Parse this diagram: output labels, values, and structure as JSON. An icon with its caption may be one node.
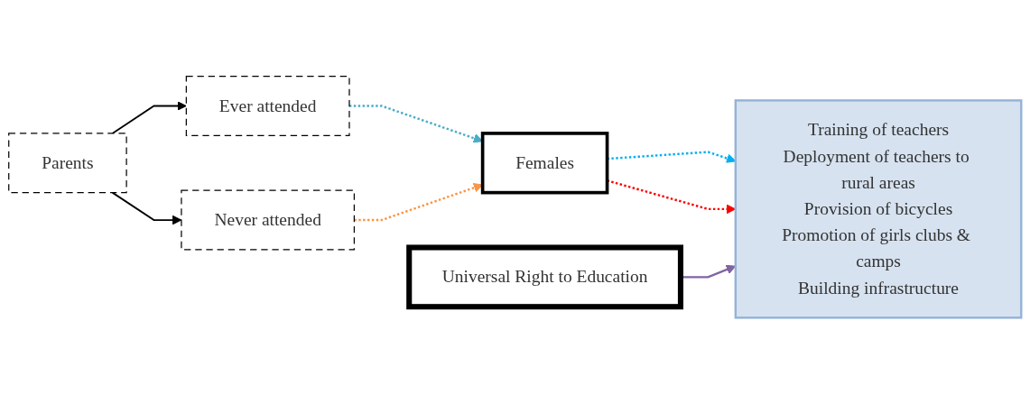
{
  "diagram": {
    "nodes": [
      {
        "text": [
          "Universal Right to Education"
        ]
      },
      {
        "text": [
          "Ever attended"
        ]
      },
      {
        "text": [
          "Parents"
        ]
      },
      {
        "text": [
          "Females"
        ]
      },
      {
        "text": [
          "Never attended"
        ]
      },
      {
        "text": [
          "Training of teachers",
          "Deployment of teachers to rural areas",
          "Provision of bicycles",
          "Promotion of girls clubs & camps",
          "Building infrastructure"
        ]
      }
    ],
    "edges": [
      {
        "from": 2,
        "to": 1,
        "arrow": "to"
      },
      {
        "from": 2,
        "to": 4,
        "arrow": "to"
      },
      {
        "from": 1,
        "to": 3,
        "arrow": "to",
        "style": "dashed",
        "color": "#4bacc6"
      },
      {
        "from": 4,
        "to": 3,
        "arrow": "to",
        "style": "dashed",
        "color": "#f79646"
      },
      {
        "from": 3,
        "to": 5,
        "arrow": "to",
        "style": "dashed",
        "color": "#00b0f0"
      },
      {
        "from": 3,
        "to": 5,
        "arrow": "to",
        "style": "dashed",
        "color": "#ff0000"
      },
      {
        "from": 0,
        "to": 5,
        "arrow": "to",
        "color": "#8064a2"
      }
    ]
  }
}
